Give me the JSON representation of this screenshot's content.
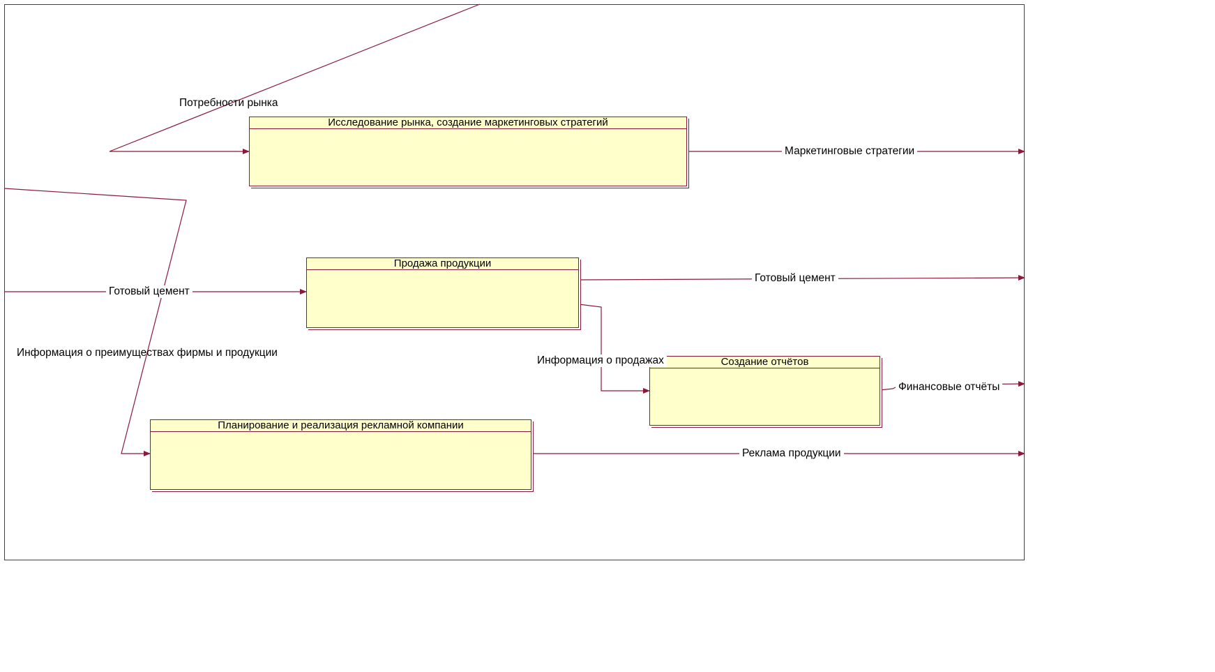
{
  "colors": {
    "arrow": "#8b1a3a",
    "box_fill": "#ffffcc",
    "frame": "#404040"
  },
  "boxes": {
    "research": {
      "title": "Исследование рынка, создание маркетинговых стратегий"
    },
    "sales": {
      "title": "Продажа продукции"
    },
    "reports": {
      "title": "Создание отчётов"
    },
    "advertising": {
      "title": "Планирование и реализация рекламной компании"
    }
  },
  "arrows": {
    "market_needs": "Потребности рынка",
    "ready_cement_in": "Готовый цемент",
    "company_info": "Информация о преимуществах фирмы и продукции",
    "marketing_strategies": "Маркетинговые стратегии",
    "ready_cement_out": "Готовый цемент",
    "sales_info": "Информация о продажах",
    "financial_reports": "Финансовые отчёты",
    "product_ads": "Реклама продукции"
  }
}
